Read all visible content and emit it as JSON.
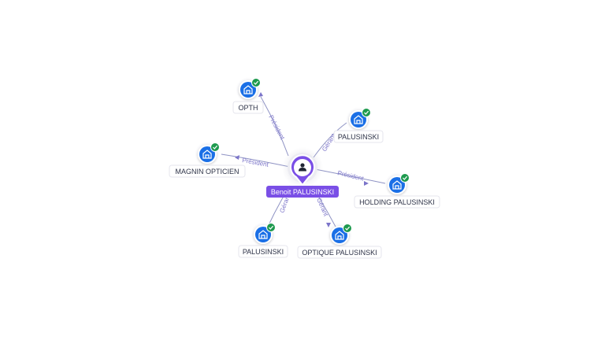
{
  "colors": {
    "company_node": "#1a6fe6",
    "verified_badge": "#1e9a4e",
    "person_node": "#7a4fe6",
    "person_label_bg": "#7a4fe6",
    "edge": "#8f93c4",
    "edge_label": "#7b74c9"
  },
  "center": {
    "label": "Benoit PALUSINSKI",
    "icon": "person-icon"
  },
  "nodes": [
    {
      "id": "opth",
      "label": "OPTH",
      "icon": "building-icon",
      "verified": true,
      "relation": "Président"
    },
    {
      "id": "palusinski-1",
      "label": "PALUSINSKI",
      "icon": "building-icon",
      "verified": true,
      "relation": "Gérant"
    },
    {
      "id": "magnin",
      "label": "MAGNIN OPTICIEN",
      "icon": "building-icon",
      "verified": true,
      "relation": "Président"
    },
    {
      "id": "holding",
      "label": "HOLDING PALUSINSKI",
      "icon": "building-icon",
      "verified": true,
      "relation": "Président"
    },
    {
      "id": "palusinski-2",
      "label": "PALUSINSKI",
      "icon": "building-icon",
      "verified": true,
      "relation": "Gérant"
    },
    {
      "id": "optique",
      "label": "OPTIQUE PALUSINSKI",
      "icon": "building-icon",
      "verified": true,
      "relation": "Gérant"
    }
  ]
}
